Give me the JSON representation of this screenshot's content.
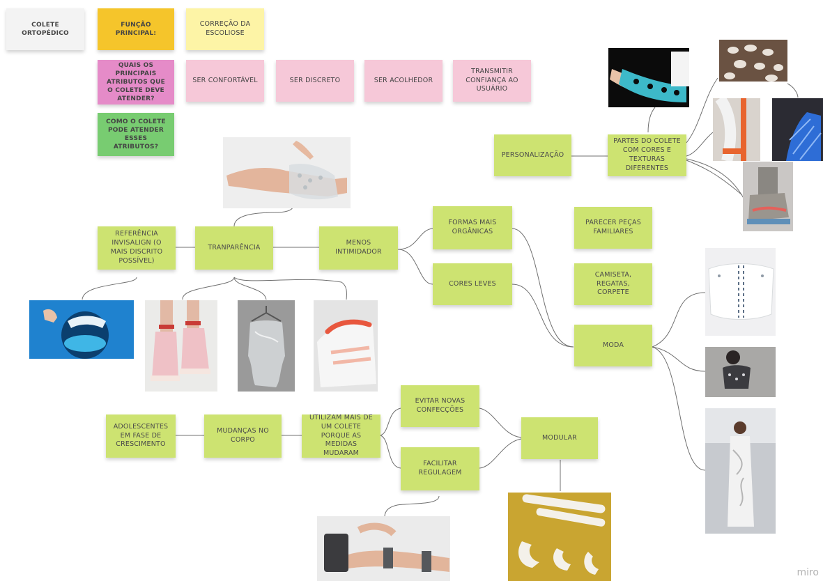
{
  "notes": {
    "colete": "COLETE ORTOPÉDICO",
    "funcao": "FUNÇÃO PRINCIPAL:",
    "correcao": "CORREÇÃO DA ESCOLIOSE",
    "quais": "QUAIS OS PRINCIPAIS ATRIBUTOS QUE O COLETE DEVE ATENDER?",
    "confortavel": "SER CONFORTÁVEL",
    "discreto": "SER DISCRETO",
    "acolhedor": "SER ACOLHEDOR",
    "confianca": "TRANSMITIR CONFIANÇA AO USUÁRIO",
    "como": "COMO O COLETE PODE ATENDER ESSES ATRIBUTOS?",
    "personalizacao": "PERSONALIZAÇÃO",
    "partes": "PARTES DO COLETE COM CORES E TEXTURAS DIFERENTES",
    "referencia": "REFERÊNCIA INVISALIGN (O MAIS DISCRITO POSSÍVEL)",
    "transparencia": "TRANPARÊNCIA",
    "menos": "MENOS INTIMIDADOR",
    "formas": "FORMAS MAIS ORGÂNICAS",
    "cores": "CORES LEVES",
    "parecer": "PARECER PEÇAS FAMILIARES",
    "camiseta": "CAMISETA, REGATAS, CORPETE",
    "moda": "MODA",
    "adolescentes": "ADOLESCENTES EM FASE DE CRESCIMENTO",
    "mudancas": "MUDANÇAS NO CORPO",
    "utilizam": "UTILIZAM MAIS DE UM COLETE PORQUE AS MEDIDAS MUDARAM",
    "evitar": "EVITAR NOVAS CONFECÇÕES",
    "facilitar": "FACILITAR REGULAGEM",
    "modular": "MODULAR"
  },
  "brand": "miro",
  "colors": {
    "white_note": "#f3f3f3",
    "orange_note": "#f5c52b",
    "yellow_note": "#fdf4a6",
    "pink_note": "#f6c8d8",
    "magenta_note": "#e58bc8",
    "green_note": "#78cc71",
    "lime_note": "#cde371",
    "connector": "#707070"
  }
}
